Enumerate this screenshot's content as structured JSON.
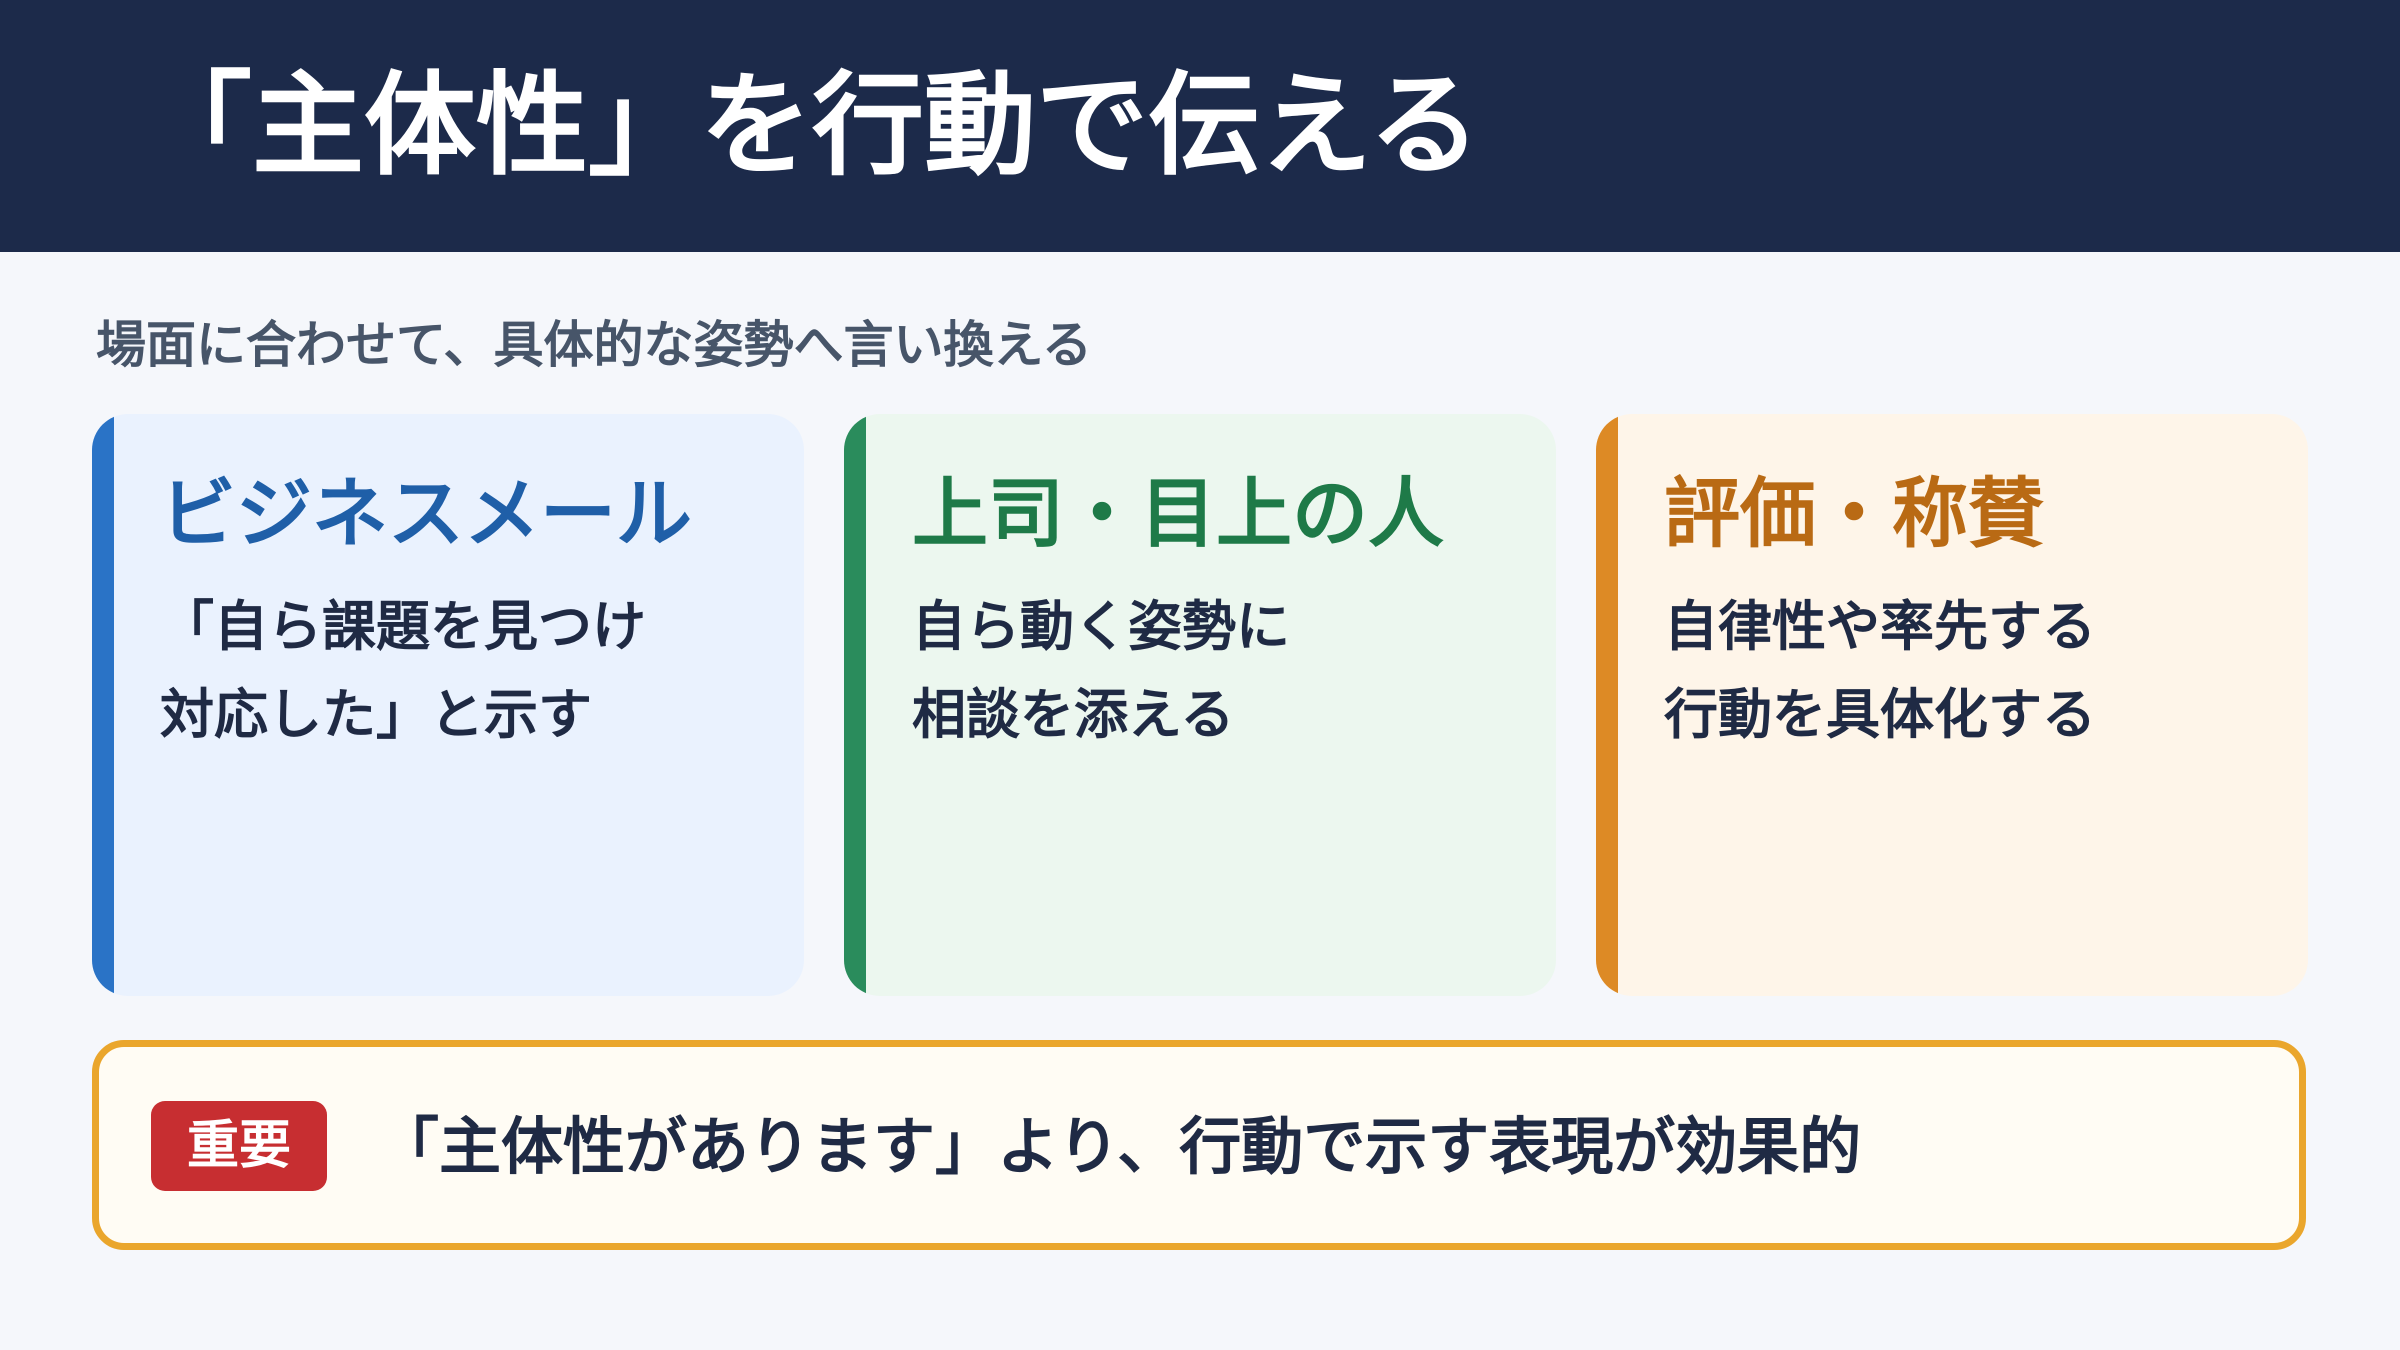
{
  "header": {
    "title": "「主体性」を行動で伝える",
    "background_color": "#1c2a4a"
  },
  "subtitle": "場面に合わせて、具体的な姿勢へ言い換える",
  "cards": [
    {
      "title": "ビジネスメール",
      "lines": [
        "「自ら課題を見つけ",
        "対応した」と示す"
      ],
      "accent_color": "#2a73c6"
    },
    {
      "title": "上司・目上の人",
      "lines": [
        "自ら動く姿勢に",
        "相談を添える"
      ],
      "accent_color": "#2a8c5c"
    },
    {
      "title": "評価・称賛",
      "lines": [
        "自律性や率先する",
        "行動を具体化する"
      ],
      "accent_color": "#dd8a25"
    }
  ],
  "note": {
    "badge": "重要",
    "text": "「主体性があります」より、行動で示す表現が効果的",
    "border_color": "#eaa62c",
    "badge_color": "#c72e31"
  }
}
